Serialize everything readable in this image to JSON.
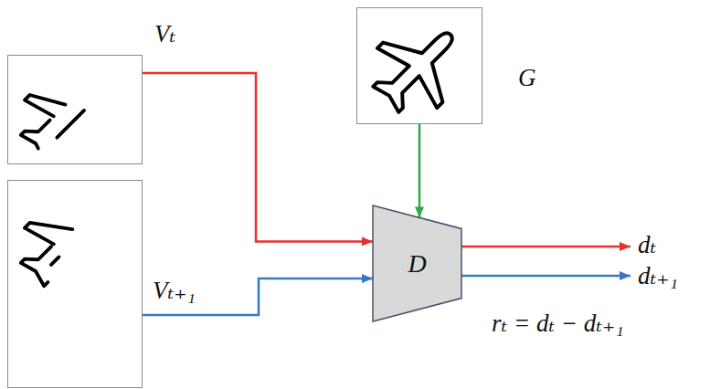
{
  "diagram": {
    "nodes": [
      {
        "text": [
          "G"
        ]
      },
      {
        "text": [
          "Vₜ"
        ]
      },
      {
        "text": [
          "Vₜ₊₁"
        ]
      },
      {
        "text": [
          "D"
        ]
      }
    ],
    "edges": [
      {
        "from": 1,
        "to": 3,
        "arrow": "to"
      },
      {
        "from": 2,
        "to": 3,
        "arrow": "to"
      },
      {
        "from": 0,
        "to": 3,
        "arrow": "to"
      }
    ],
    "labels": [
      "dₜ",
      "dₜ₊₁",
      "rₜ = dₜ − dₜ₊₁"
    ]
  }
}
